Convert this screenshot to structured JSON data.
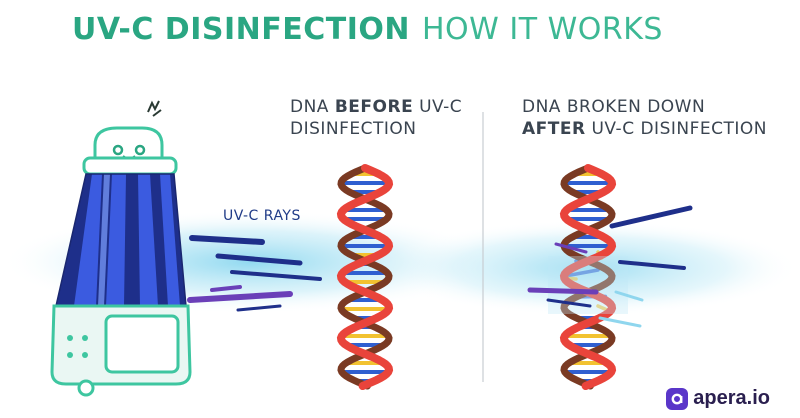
{
  "title": {
    "bold": "UV-C DISINFECTION",
    "light": "HOW IT WORKS"
  },
  "before": {
    "line1_prefix": "DNA ",
    "line1_bold": "BEFORE",
    "line1_suffix": " UV-C",
    "line2": "DISINFECTION"
  },
  "after": {
    "line1": "DNA BROKEN DOWN",
    "line2_bold": "AFTER",
    "line2_suffix": " UV-C DISINFECTION"
  },
  "rays_label": "UV-C RAYS",
  "brand": {
    "name": "apera.io",
    "icon": "apera-logo-icon"
  },
  "colors": {
    "title_green": "#2aa682",
    "robot_teal": "#3ec6a0",
    "strand_red": "#e9443b",
    "strand_brown": "#7a3a23",
    "base_blue": "#2f5fd0",
    "base_yellow": "#f2c230",
    "ray_navy": "#1e2f8a",
    "ray_purple": "#6a3fb8",
    "glow_blue": "#8fd6ee"
  }
}
